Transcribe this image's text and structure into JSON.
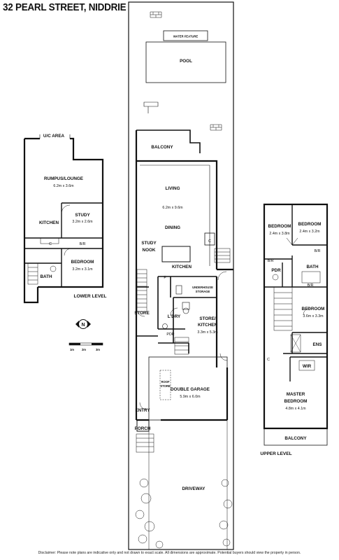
{
  "title": "32 PEARL STREET, NIDDRIE",
  "disclaimer": "Disclaimer: Please note plans are indicative only and not drawn to exact scale. All dimensions are approximate. Potential buyers should view the property in person.",
  "levels": {
    "lower": "LOWER LEVEL",
    "upper": "UPPER LEVEL"
  },
  "scale": {
    "ticks": [
      "1m",
      "2m",
      "3m"
    ]
  },
  "compass": "N",
  "ground_rooms": {
    "water_feature": "WATER FEATURE",
    "pool": "POOL",
    "balcony": "BALCONY",
    "living": "LIVING",
    "living_dim": "6.2m x 9.6m",
    "dining": "DINING",
    "c": "C",
    "study": "STUDY",
    "nook": "NOOK",
    "kitchen": "KITCHEN",
    "f": "F",
    "underhouse": "UNDERHOUSE",
    "storage": "STORAGE",
    "store": "STORE",
    "ldry": "L'DRY",
    "pdr": "PDR",
    "store_kitchen_1": "STORE/",
    "store_kitchen_2": "KITCHEN",
    "store_kitchen_dim": "3.3m x 5.3m",
    "roof": "ROOF",
    "roof_store": "STORE",
    "garage": "DOUBLE GARAGE",
    "garage_dim": "5.9m x 6.0m",
    "entry": "ENTRY",
    "porch": "PORCH",
    "driveway": "DRIVEWAY"
  },
  "lower_rooms": {
    "uc_area": "U/C AREA",
    "rumpus": "RUMPUS/LOUNGE",
    "rumpus_dim": "6.2m x 3.6m",
    "study": "STUDY",
    "study_dim": "3.2m x 2.6m",
    "kitchen": "KITCHEN",
    "c": "C",
    "bir": "B/R",
    "bedroom": "BEDROOM",
    "bedroom_dim": "3.2m x 3.1m",
    "bath": "BATH"
  },
  "upper_rooms": {
    "bed1": "BEDROOM",
    "bed1_dim": "2.4m x 3.8m",
    "bed2": "BEDROOM",
    "bed2_dim": "2.4m x 3.2m",
    "bir_a": "B/R",
    "bir_b": "B/R",
    "pdr": "PDR",
    "bath": "BATH",
    "bir_c": "B/R",
    "bed3": "BEDROOM",
    "bed3_dim": "3.6m x 3.3m",
    "ens": "ENS",
    "c": "C",
    "wir": "WIR",
    "master1": "MASTER",
    "master2": "BEDROOM",
    "master_dim": "4.8m x 4.1m",
    "balcony": "BALCONY"
  }
}
